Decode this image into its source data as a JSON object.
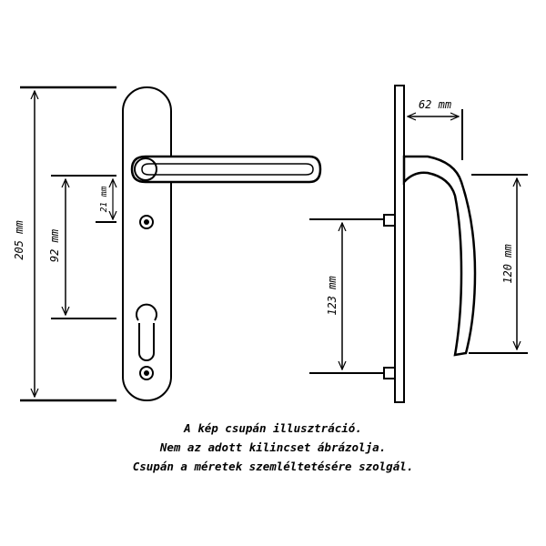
{
  "dimensions": {
    "overall_height": "205 mm",
    "lever_to_keyhole": "92 mm",
    "lever_to_spindle": "21 mm",
    "screw_spacing": "123 mm",
    "handle_length": "120 mm",
    "projection": "62 mm"
  },
  "caption": {
    "line1": "A kép csupán illusztráció.",
    "line2": "Nem az adott kilincset ábrázolja.",
    "line3": "Csupán a méretek szemléltetésére szolgál."
  }
}
